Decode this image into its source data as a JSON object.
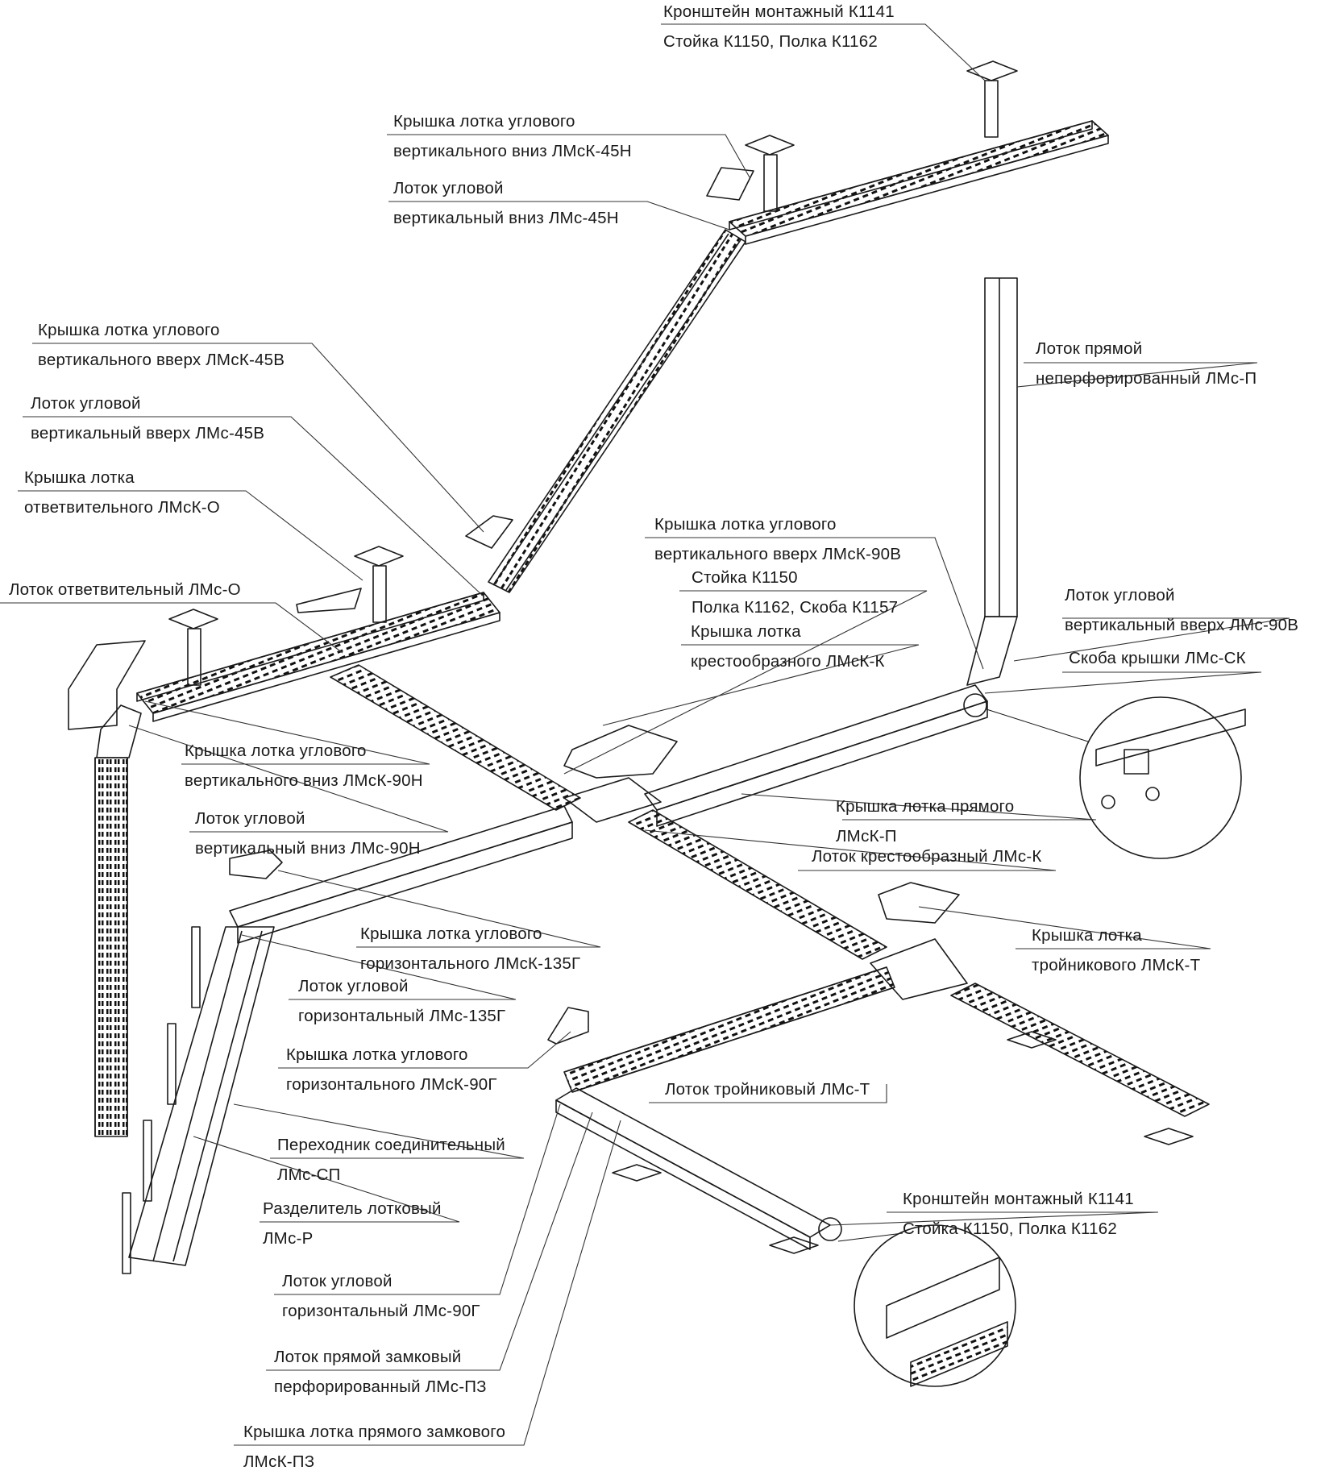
{
  "diagram": {
    "title": "Cable tray system (ЛМс) components",
    "colors": {
      "line": "#1a1a1a",
      "background": "#ffffff",
      "perforation": "#111111"
    }
  },
  "labels": [
    {
      "id": "kronshtein-top",
      "line1": "Кронштейн монтажный К1141",
      "line2": "Стойка К1150, Полка К1162"
    },
    {
      "id": "lmsk-45n",
      "line1": "Крышка лотка углового",
      "line2": "вертикального вниз ЛМсК-45Н"
    },
    {
      "id": "lms-45n",
      "line1": "Лоток угловой",
      "line2": "вертикальный вниз ЛМс-45Н"
    },
    {
      "id": "lmsk-45v",
      "line1": "Крышка лотка углового",
      "line2": "вертикального вверх ЛМсК-45В"
    },
    {
      "id": "lms-45v",
      "line1": "Лоток угловой",
      "line2": "вертикальный вверх ЛМс-45В"
    },
    {
      "id": "lmsk-o",
      "line1": "Крышка лотка",
      "line2": "ответвительного ЛМсК-О"
    },
    {
      "id": "lms-o",
      "line1": "Лоток ответвительный ЛМс-О",
      "line2": ""
    },
    {
      "id": "lms-p",
      "line1": "Лоток прямой",
      "line2": "неперфорированный ЛМс-П"
    },
    {
      "id": "lmsk-90v",
      "line1": "Крышка лотка углового",
      "line2": "вертикального вверх ЛМсК-90В"
    },
    {
      "id": "stoika-mid",
      "line1": "Стойка К1150",
      "line2": "Полка К1162, Скоба К1157"
    },
    {
      "id": "lmsk-k",
      "line1": "Крышка лотка",
      "line2": "крестообразного ЛМсК-К"
    },
    {
      "id": "lms-90v",
      "line1": "Лоток угловой",
      "line2": "вертикальный вверх ЛМс-90В"
    },
    {
      "id": "lms-sk",
      "line1": "Скоба крышки ЛМс-СК",
      "line2": ""
    },
    {
      "id": "lmsk-90n",
      "line1": "Крышка лотка углового",
      "line2": "вертикального вниз  ЛМсК-90Н"
    },
    {
      "id": "lms-90n",
      "line1": "Лоток угловой",
      "line2": "вертикальный вниз ЛМс-90Н"
    },
    {
      "id": "lmsk-p",
      "line1": "Крышка лотка прямого",
      "line2": "ЛМсК-П"
    },
    {
      "id": "lms-k",
      "line1": "Лоток крестообразный ЛМс-К",
      "line2": ""
    },
    {
      "id": "lmsk-135g",
      "line1": "Крышка лотка углового",
      "line2": "горизонтального ЛМсК-135Г"
    },
    {
      "id": "lmsk-t",
      "line1": "Крышка лотка",
      "line2": "тройникового ЛМсК-Т"
    },
    {
      "id": "lms-135g",
      "line1": "Лоток угловой",
      "line2": "горизонтальный ЛМс-135Г"
    },
    {
      "id": "lmsk-90g",
      "line1": "Крышка лотка углового",
      "line2": "горизонтального ЛМсК-90Г"
    },
    {
      "id": "lms-t",
      "line1": "Лоток  тройниковый ЛМс-Т",
      "line2": ""
    },
    {
      "id": "lms-sp",
      "line1": "Переходник соединительный",
      "line2": "ЛМс-СП"
    },
    {
      "id": "lms-r",
      "line1": "Разделитель лотковый",
      "line2": "ЛМс-Р"
    },
    {
      "id": "kronshtein-bottom",
      "line1": "Кронштейн монтажный К1141",
      "line2": "Стойка К1150, Полка К1162"
    },
    {
      "id": "lms-90g",
      "line1": "Лоток угловой",
      "line2": "горизонтальный ЛМс-90Г"
    },
    {
      "id": "lms-pz",
      "line1": "Лоток прямой замковый",
      "line2": "перфорированный ЛМс-ПЗ"
    },
    {
      "id": "lmsk-pz",
      "line1": "Крышка лотка прямого замкового",
      "line2": "ЛМсК-ПЗ"
    }
  ],
  "details": [
    {
      "id": "detail-cover-clip",
      "icon": "magnified-cover-clip-detail"
    },
    {
      "id": "detail-lock-joint",
      "icon": "magnified-lock-joint-detail"
    }
  ]
}
